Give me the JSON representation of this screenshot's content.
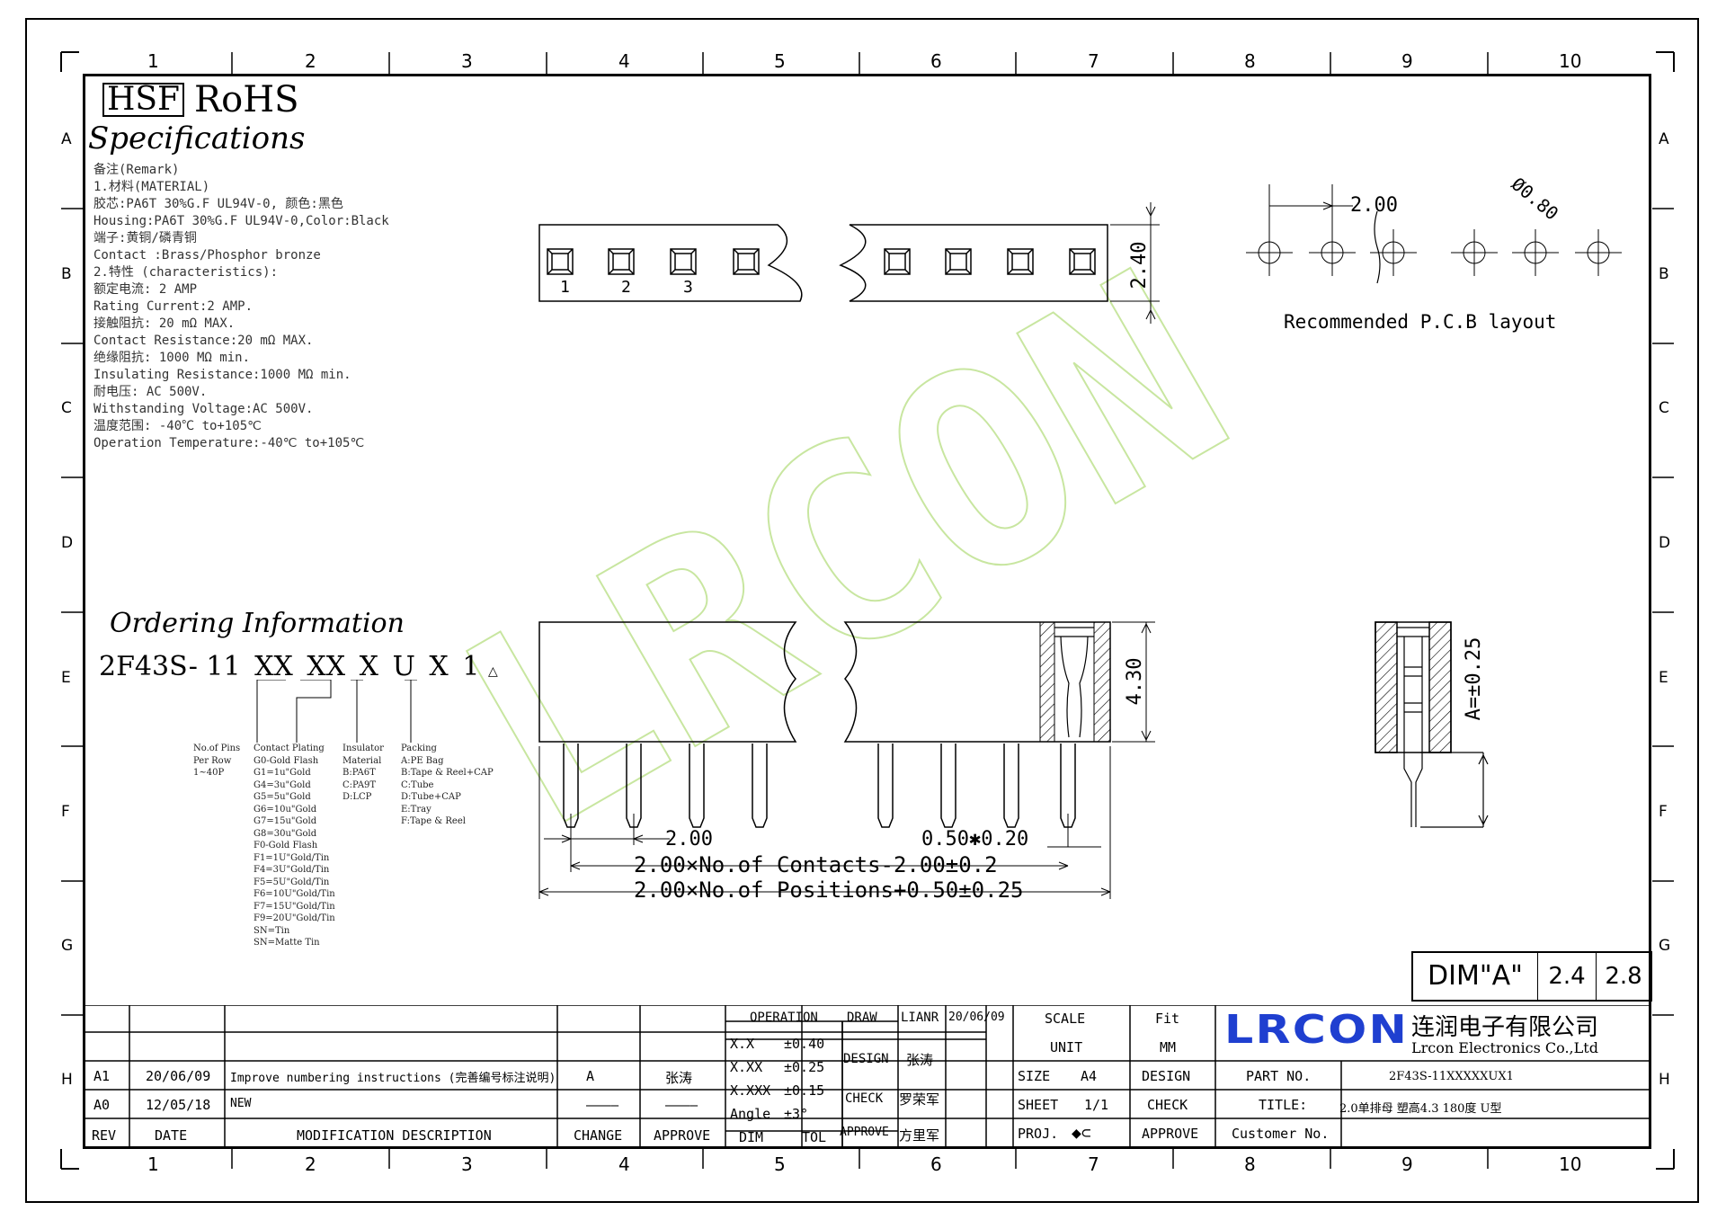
{
  "zone_columns": [
    "1",
    "2",
    "3",
    "4",
    "5",
    "6",
    "7",
    "8",
    "9",
    "10"
  ],
  "zone_rows": [
    "A",
    "B",
    "C",
    "D",
    "E",
    "F",
    "G",
    "H"
  ],
  "header": {
    "hsf": "HSF",
    "rohs": "RoHS",
    "specs_title": "Specifications"
  },
  "specs_lines": [
    "备注(Remark)",
    "1.材料(MATERIAL)",
    "胶芯:PA6T 30%G.F UL94V-0, 颜色:黑色",
    "Housing:PA6T 30%G.F UL94V-0,Color:Black",
    "端子:黄铜/磷青铜",
    "Contact :Brass/Phosphor bronze",
    "2.特性 (characteristics):",
    "额定电流: 2 AMP",
    "Rating Current:2 AMP.",
    "接触阻抗: 20 mΩ MAX.",
    "Contact Resistance:20 mΩ MAX.",
    "绝缘阻抗: 1000 MΩ min.",
    "Insulating Resistance:1000 MΩ  min.",
    "耐电压: AC 500V.",
    "Withstanding Voltage:AC 500V.",
    "温度范围: -40℃ to+105℃",
    "Operation Temperature:-40℃ to+105℃"
  ],
  "ordering": {
    "title": "Ordering Information",
    "code": {
      "prefix": "2F43S- 11",
      "p1": "XX",
      "p2": "XX",
      "p3": "X",
      "p4": "U",
      "p5": "X",
      "p6": "1",
      "rev": "A"
    },
    "col_pins": [
      "No.of Pins",
      "Per Row",
      "1~40P"
    ],
    "col_plating": [
      "Contact Plating",
      "G0-Gold Flash",
      "G1=1u\"Gold",
      "G4=3u\"Gold",
      "G5=5u\"Gold",
      "G6=10u\"Gold",
      "G7=15u\"Gold",
      "G8=30u\"Gold",
      "F0-Gold Flash",
      "F1=1U\"Gold/Tin",
      "F4=3U\"Gold/Tin",
      "F5=5U\"Gold/Tin",
      "F6=10U\"Gold/Tin",
      "F7=15U\"Gold/Tin",
      "F9=20U\"Gold/Tin",
      "SN=Tin",
      "SN=Matte Tin"
    ],
    "col_insulator": [
      "Insulator",
      "Material",
      "B:PA6T",
      "C:PA9T",
      "D:LCP"
    ],
    "col_packing": [
      "Packing",
      "A:PE Bag",
      "B:Tape & Reel+CAP",
      "C:Tube",
      "D:Tube+CAP",
      "E:Tray",
      "F:Tape & Reel"
    ]
  },
  "top_view": {
    "pin_labels": [
      "1",
      "2",
      "3"
    ],
    "height_dim": "2.40"
  },
  "pcb": {
    "pitch": "2.00",
    "hole": "Ø0.80",
    "caption": "Recommended P.C.B layout"
  },
  "front_view": {
    "height_dim": "4.30",
    "pitch": "2.00",
    "tail": "0.50✱0.20",
    "dim1": "2.00×No.of Contacts-2.00±0.2",
    "dim2": "2.00×No.of Positions+0.50±0.25"
  },
  "side_view": {
    "dim_a": "A=±0.25"
  },
  "dim_table": {
    "label": "DIM\"A\"",
    "v1": "2.4",
    "v2": "2.8"
  },
  "watermark": "LRCON",
  "title_block": {
    "revisions": [
      {
        "rev": "A1",
        "date": "20/06/09",
        "desc": "Improve numbering instructions (完善编号标注说明)",
        "change": "A",
        "approve": "张涛"
      },
      {
        "rev": "A0",
        "date": "12/05/18",
        "desc": "NEW",
        "change": "————",
        "approve": "————"
      }
    ],
    "headers": {
      "rev": "REV",
      "date": "DATE",
      "desc": "MODIFICATION DESCRIPTION",
      "change": "CHANGE",
      "approve": "APPROVE"
    },
    "tolerance": {
      "operation": "OPERATION",
      "rows": [
        {
          "dim": "X.X",
          "tol": "±0.40"
        },
        {
          "dim": "X.XX",
          "tol": "±0.25"
        },
        {
          "dim": "X.XXX",
          "tol": "±0.15"
        },
        {
          "dim": "Angle",
          "tol": "±3°"
        }
      ],
      "dim": "DIM",
      "tol": "TOL"
    },
    "signoff": {
      "draw": "DRAW",
      "draw_name": "LIANR",
      "draw_date": "20/06/09",
      "design": "DESIGN",
      "design_name": "张涛",
      "check": "CHECK",
      "check_name": "罗荣军",
      "approve": "APPROVE",
      "approve_name": "方里军"
    },
    "scale": {
      "scale_l": "SCALE",
      "scale_v": "Fit",
      "unit_l": "UNIT",
      "unit_v": "MM",
      "size_l": "SIZE",
      "size_v": "A4",
      "design_l": "DESIGN",
      "sheet_l": "SHEET",
      "sheet_v": "1/1",
      "check_l": "CHECK",
      "proj_l": "PROJ.",
      "approve_l": "APPROVE"
    },
    "company": {
      "logo": "LRCON",
      "cn": "连润电子有限公司",
      "en": "Lrcon Electronics Co.,Ltd"
    },
    "part": {
      "part_l": "PART NO.",
      "part_v": "2F43S-11XXXXXUX1",
      "title_l": "TITLE:",
      "title_v": "2.0单排母 塑高4.3  180度 U型",
      "cust_l": "Customer No."
    }
  },
  "colors": {
    "line": "#000000",
    "watermark": "#c8e6a0",
    "logo_blue": "#1f3fd0"
  }
}
